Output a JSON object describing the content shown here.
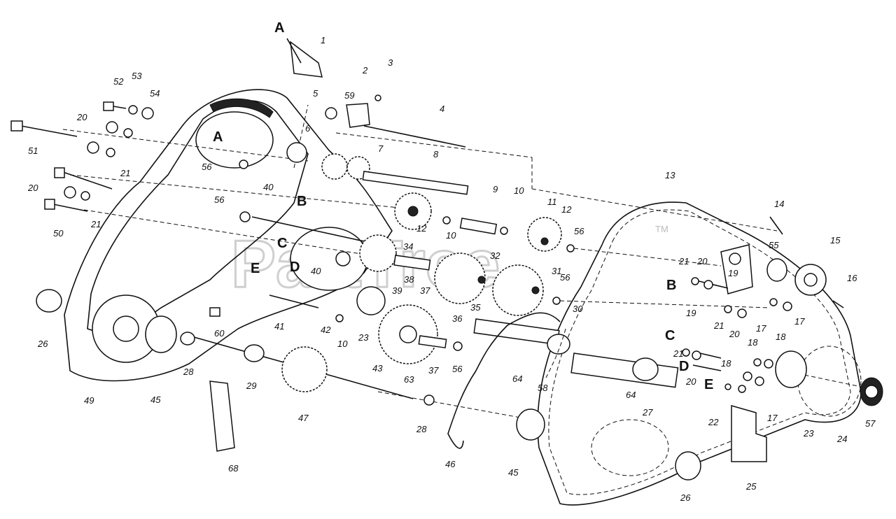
{
  "watermark": {
    "text": "PartTree",
    "tm": "TM"
  },
  "callouts": [
    "1",
    "2",
    "3",
    "4",
    "5",
    "6",
    "7",
    "8",
    "9",
    "10",
    "11",
    "12",
    "13",
    "14",
    "15",
    "16",
    "17",
    "18",
    "19",
    "20",
    "21",
    "22",
    "23",
    "24",
    "25",
    "26",
    "27",
    "28",
    "29",
    "30",
    "31",
    "32",
    "34",
    "35",
    "36",
    "37",
    "38",
    "39",
    "40",
    "41",
    "42",
    "43",
    "45",
    "46",
    "47",
    "49",
    "50",
    "51",
    "52",
    "53",
    "54",
    "55",
    "56",
    "57",
    "58",
    "59",
    "60",
    "63",
    "64"
  ],
  "letters": [
    "A",
    "B",
    "C",
    "D",
    "E"
  ]
}
